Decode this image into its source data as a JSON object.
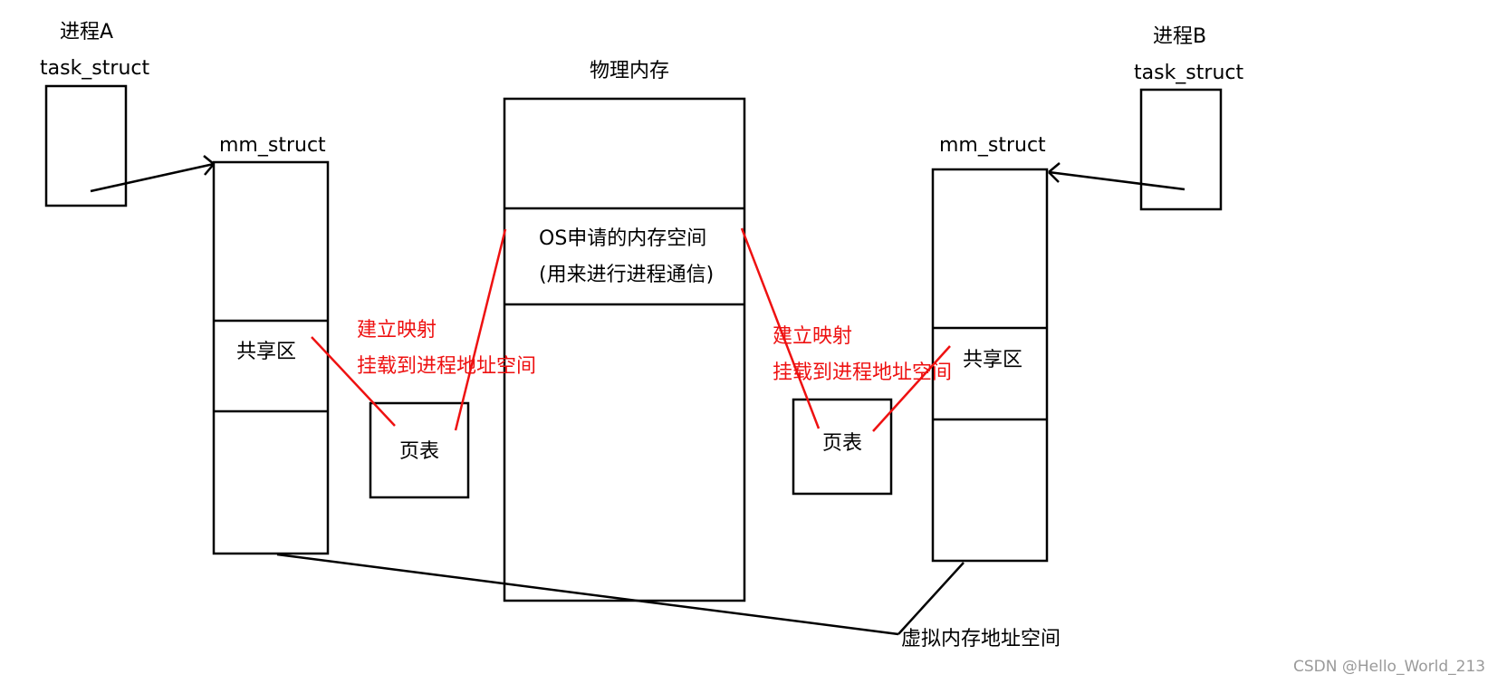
{
  "diagram": {
    "process_a": {
      "title": "进程A",
      "task_struct": "task_struct",
      "mm_struct": "mm_struct",
      "shared_region": "共享区",
      "page_table": "页表"
    },
    "process_b": {
      "title": "进程B",
      "task_struct": "task_struct",
      "mm_struct": "mm_struct",
      "shared_region": "共享区",
      "page_table": "页表"
    },
    "physical_memory": {
      "title": "物理内存",
      "os_region_line1": "OS申请的内存空间",
      "os_region_line2": "(用来进行进程通信)"
    },
    "mapping_left": {
      "line1": "建立映射",
      "line2": "挂载到进程地址空间"
    },
    "mapping_right": {
      "line1": "建立映射",
      "line2": "挂载到进程地址空间"
    },
    "virtual_space": "虚拟内存地址空间",
    "colors": {
      "stroke": "#000000",
      "mapping": "#ee1111",
      "watermark": "#9a9a9a"
    }
  },
  "watermark": "CSDN @Hello_World_213"
}
